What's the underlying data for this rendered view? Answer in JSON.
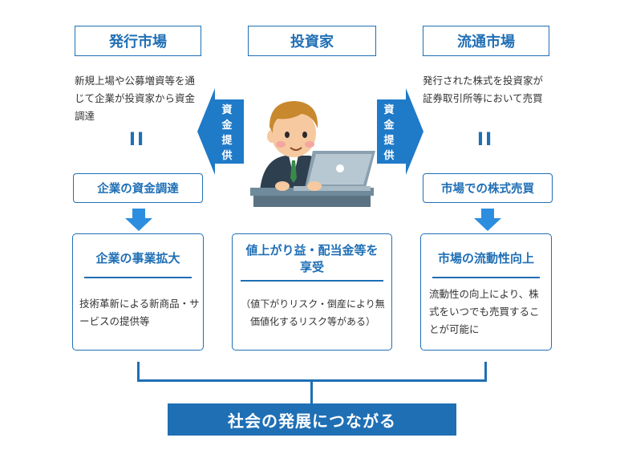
{
  "top_titles": {
    "left": "発行市場",
    "center": "投資家",
    "right": "流通市場"
  },
  "left_column": {
    "description": "新規上場や公募増資等を通じて企業が投資家から資金調達",
    "equals": "II",
    "mid_box": "企業の資金調達",
    "card_title": "企業の事業拡大",
    "card_text": "技術革新による新商品・サービスの提供等"
  },
  "right_column": {
    "description": "発行された株式を投資家が証券取引所等において売買",
    "equals": "II",
    "mid_box": "市場での株式売買",
    "card_title": "市場の流動性向上",
    "card_text": "流動性の向上により、株式をいつでも売買することが可能に"
  },
  "center_column": {
    "card_title": "値上がり益・配当金等を享受",
    "card_text": "（値下がりリスク・倒産により無価値化するリスク等がある）"
  },
  "arrows": {
    "left_label": "資金提供",
    "right_label": "資金提供"
  },
  "footer": {
    "label": "社会の発展につながる"
  },
  "colors": {
    "accent": "#1f6fb5",
    "arrow_blue": "#1f7ac8",
    "light_arrow": "#2d8ee0"
  }
}
